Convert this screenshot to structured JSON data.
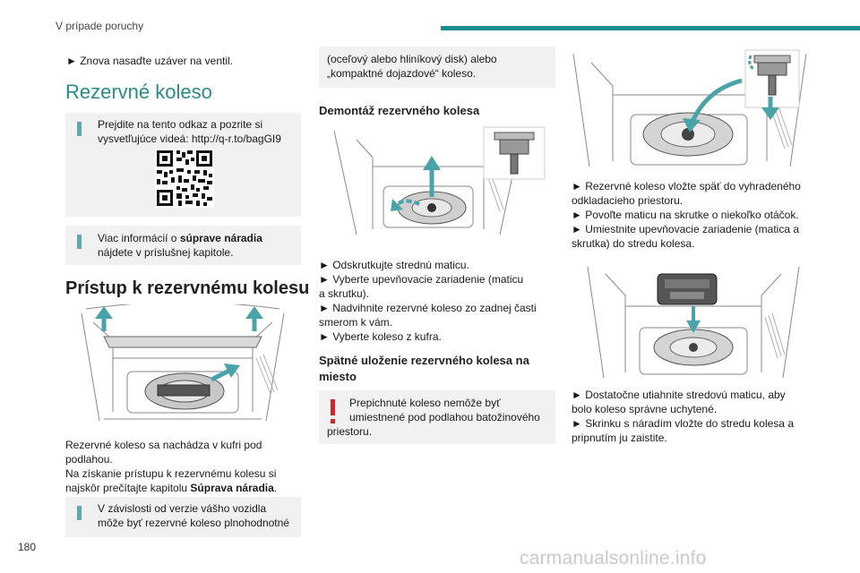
{
  "header": {
    "title": "V prípade poruchy"
  },
  "page_number": "180",
  "watermark": "carmanualsonline.info",
  "col1": {
    "bullet_top": "► Znova nasaďte uzáver na ventil.",
    "section_title": "Rezervné koleso",
    "info1": "Prejdite na tento odkaz a pozrite si vysvetľujúce videá: http://q-r.to/bagGI9",
    "info2_pre": "Viac informácií o ",
    "info2_bold": "súprave náradia",
    "info2_post": " nájdete v príslušnej kapitole.",
    "access_title": "Prístup k rezervnému kolesu",
    "para_line1": "Rezervné koleso sa nachádza v kufri pod",
    "para_line2": "podlahou.",
    "para_line3": "Na získanie prístupu k rezervnému kolesu si",
    "para_line4_pre": "najskôr prečítajte kapitolu ",
    "para_line4_bold": "Súprava náradia",
    "para_line4_post": ".",
    "info3_line1": "V závislosti od verzie vášho vozidla",
    "info3_line2": "môže byť rezervné koleso plnohodnotné"
  },
  "col2": {
    "cont_line1": "(oceľový alebo hliníkový disk) alebo",
    "cont_line2": "„kompaktné dojazdové“ koleso.",
    "removal_title": "Demontáž rezervného kolesa",
    "steps": [
      "► Odskrutkujte strednú maticu.",
      "► Vyberte upevňovacie zariadenie (maticu",
      "a skrutku).",
      "► Nadvihnite rezervné koleso zo zadnej časti",
      "smerom k vám.",
      "► Vyberte koleso z kufra."
    ],
    "reinstall_title_1": "Spätné uloženie rezervného kolesa na",
    "reinstall_title_2": "miesto",
    "warning_line1": "Prepichnuté koleso nemôže byť",
    "warning_line2": "umiestnené pod podlahou batožinového",
    "warning_line3": "priestoru."
  },
  "col3": {
    "steps1": [
      "► Rezervné koleso vložte späť do vyhradeného",
      "odkladacieho priestoru.",
      "► Povoľte maticu na skrutke o niekoľko otáčok.",
      "► Umiestnite upevňovacie zariadenie (matica a",
      "skrutka) do stredu kolesa."
    ],
    "steps2": [
      "► Dostatočne utiahnite stredovú maticu, aby",
      "bolo koleso správne uchytené.",
      "► Skrinku s náradím vložte do stredu kolesa a",
      "pripnutím ju zaistite."
    ]
  },
  "colors": {
    "accent": "#1e8e8e",
    "info_bar": "#5fa8ad",
    "warning": "#d6232b",
    "info_bg": "#f1f1f1"
  },
  "icons": [
    "info-icon",
    "warning-icon",
    "qr-code",
    "arrow-icon"
  ]
}
